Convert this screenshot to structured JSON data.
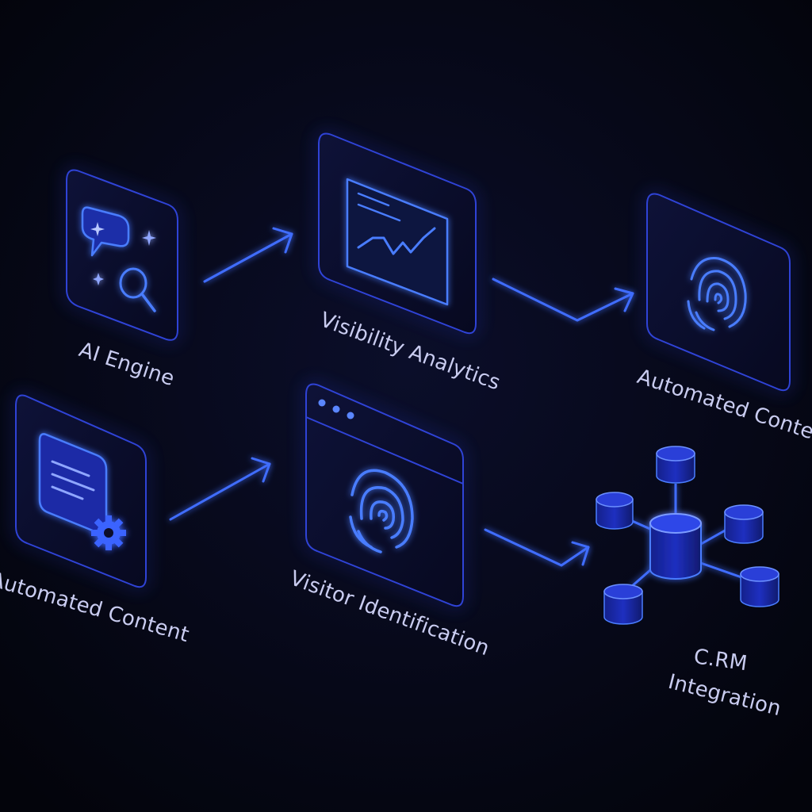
{
  "colors": {
    "background": "#05060f",
    "card_fill": "#0a0d2c",
    "card_stroke": "#2f43d6",
    "glow": "#3f5cff",
    "accent": "#4a7dff",
    "label": "#c9ccf0"
  },
  "nodes": [
    {
      "label": "AI Engine",
      "icon": "chat-sparkle-search-icon"
    },
    {
      "label": "Visibility Analytics",
      "icon": "line-chart-icon"
    },
    {
      "label": "Automated Content",
      "icon": "fingerprint-icon"
    },
    {
      "label": "Automated Content",
      "icon": "document-gear-icon"
    },
    {
      "label": "Visitor Identification",
      "icon": "browser-fingerprint-icon"
    },
    {
      "label_line1": "C.RM",
      "label_line2": "Integration",
      "icon": "database-network-icon"
    }
  ]
}
